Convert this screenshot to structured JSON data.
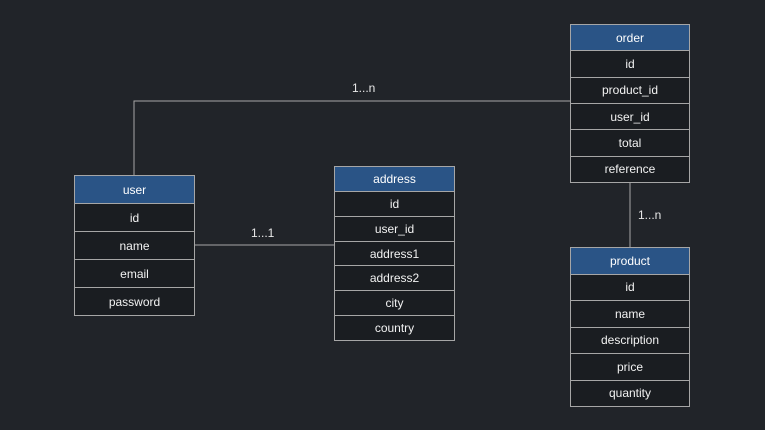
{
  "diagram": {
    "tables": {
      "user": {
        "title": "user",
        "rows": [
          "id",
          "name",
          "email",
          "password"
        ]
      },
      "address": {
        "title": "address",
        "rows": [
          "id",
          "user_id",
          "address1",
          "address2",
          "city",
          "country"
        ]
      },
      "order": {
        "title": "order",
        "rows": [
          "id",
          "product_id",
          "user_id",
          "total",
          "reference"
        ]
      },
      "product": {
        "title": "product",
        "rows": [
          "id",
          "name",
          "description",
          "price",
          "quantity"
        ]
      }
    },
    "relations": {
      "user_order": {
        "label": "1...n"
      },
      "user_address": {
        "label": "1...1"
      },
      "order_product": {
        "label": "1...n"
      }
    },
    "colors": {
      "background": "#212429",
      "header_fill": "#2a5486",
      "row_fill": "#1a1d21",
      "border": "#a6a6a6",
      "text": "#f2f2f2"
    }
  }
}
